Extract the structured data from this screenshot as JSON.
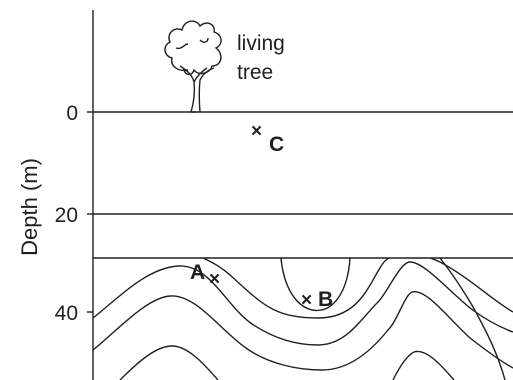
{
  "axis": {
    "ylabel": "Depth (m)",
    "ticks": [
      "0",
      "20",
      "40"
    ]
  },
  "tree": {
    "label_line1": "living",
    "label_line2": "tree"
  },
  "points": [
    {
      "id": "C",
      "mark": "×",
      "label": "C"
    },
    {
      "id": "A",
      "mark": "×",
      "label": "A"
    },
    {
      "id": "B",
      "mark": "×",
      "label": "B"
    }
  ]
}
